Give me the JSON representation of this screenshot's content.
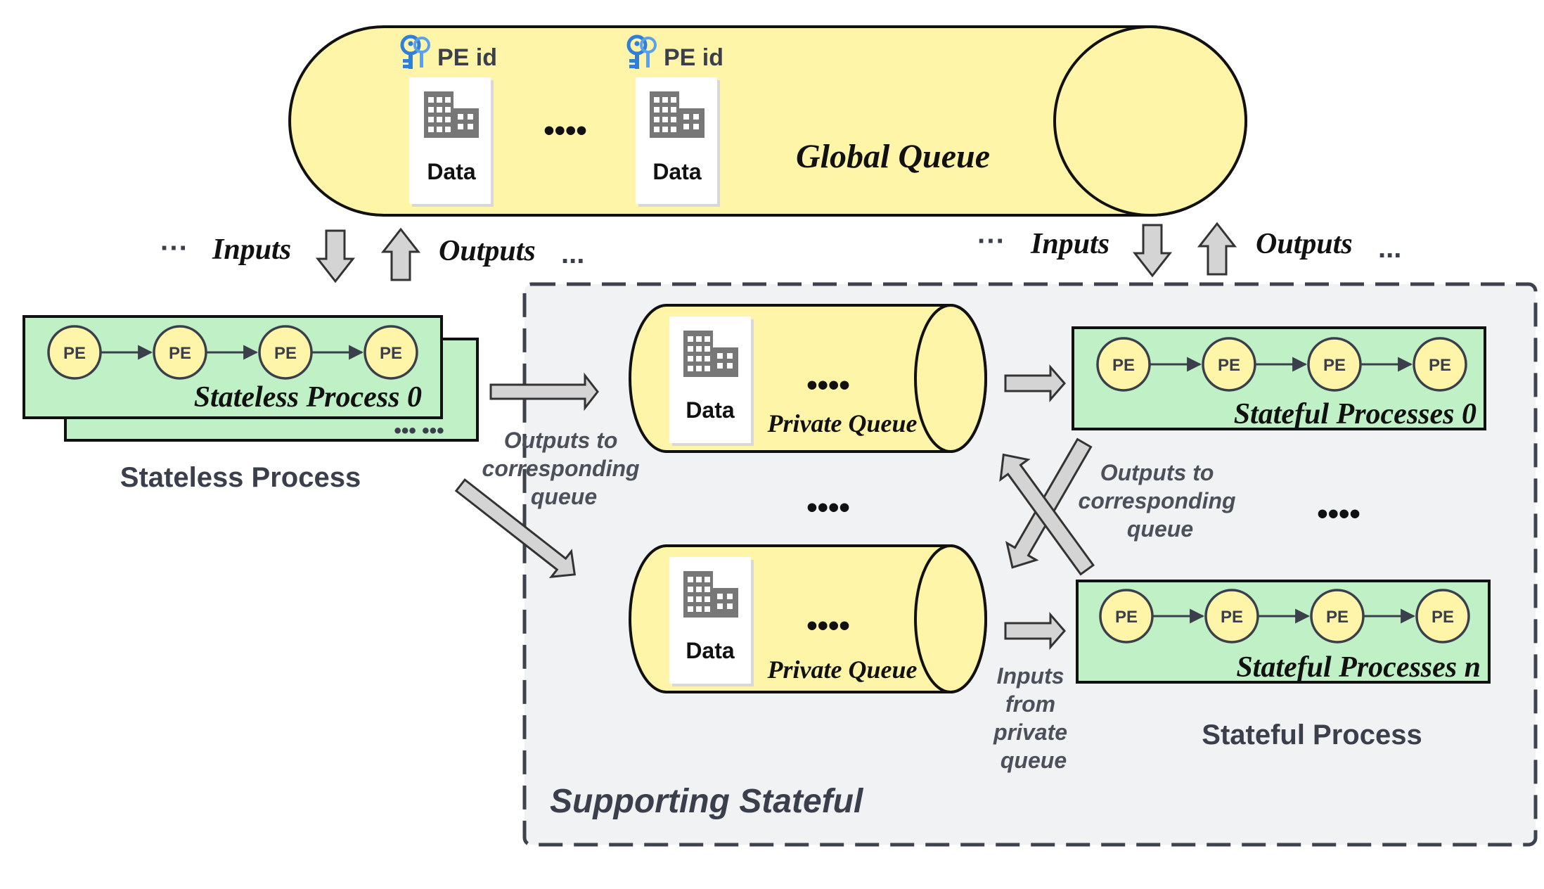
{
  "colors": {
    "queue_fill": "#fff5a8",
    "process_fill": "#c0f0c6",
    "stateful_region_fill": "#f1f2f4",
    "arrow_fill": "#d4d4d4",
    "text_dark": "#3a3f4b",
    "key_blue": "#2f7fd8",
    "building_gray": "#777777"
  },
  "global_queue": {
    "title": "Global Queue",
    "pe_id_labels": [
      "PE id",
      "PE id"
    ],
    "data_labels": [
      "Data",
      "Data"
    ],
    "ellipsis": "••••"
  },
  "left_io": {
    "dots_left": "···",
    "inputs_label": "Inputs",
    "outputs_label": "Outputs",
    "dots_right": "..."
  },
  "right_io": {
    "dots_left": "···",
    "inputs_label": "Inputs",
    "outputs_label": "Outputs",
    "dots_right": "..."
  },
  "stateless": {
    "process_title": "Stateless Process 0",
    "pe_nodes": [
      "PE",
      "PE",
      "PE",
      "PE"
    ],
    "stack_dots": "••• •••",
    "caption": "Stateless Process",
    "outputs_note": [
      "Outputs to",
      "corresponding",
      "queue"
    ]
  },
  "private_queues": [
    {
      "data_label": "Data",
      "ellipsis": "••••",
      "title": "Private Queue"
    },
    {
      "data_label": "Data",
      "ellipsis": "••••",
      "title": "Private Queue"
    }
  ],
  "private_queue_gap_dots": "••••",
  "stateful": {
    "processes": [
      {
        "title": "Stateful Processes 0",
        "pe_nodes": [
          "PE",
          "PE",
          "PE",
          "PE"
        ]
      },
      {
        "title": "Stateful Processes n",
        "pe_nodes": [
          "PE",
          "PE",
          "PE",
          "PE"
        ]
      }
    ],
    "gap_dots": "••••",
    "outputs_note": [
      "Outputs to",
      "corresponding",
      "queue"
    ],
    "inputs_note": [
      "Inputs",
      "from",
      "private",
      "queue"
    ],
    "caption": "Stateful Process"
  },
  "region_label": "Supporting Stateful"
}
